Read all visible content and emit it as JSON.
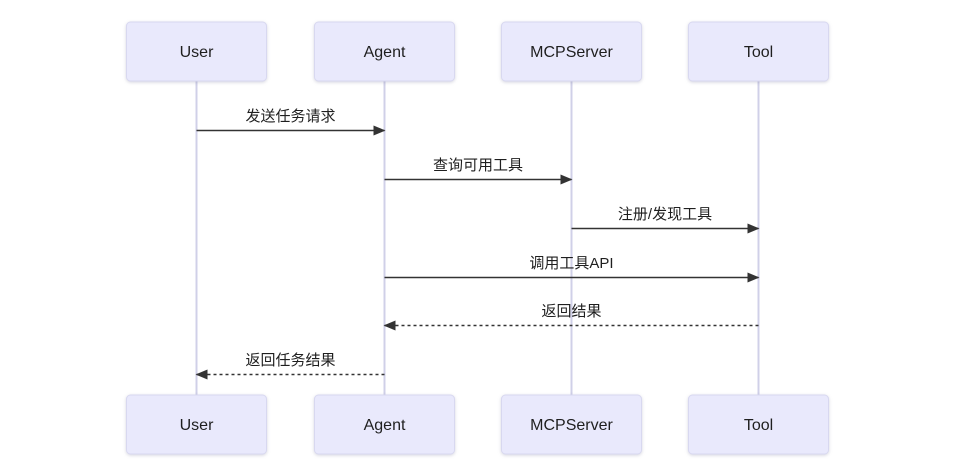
{
  "diagram": {
    "type": "sequence",
    "participants": [
      {
        "name": "User"
      },
      {
        "name": "Agent"
      },
      {
        "name": "MCPServer"
      },
      {
        "name": "Tool"
      }
    ],
    "messages": [
      {
        "from": "User",
        "to": "Agent",
        "label": "发送任务请求",
        "style": "solid"
      },
      {
        "from": "Agent",
        "to": "MCPServer",
        "label": "查询可用工具",
        "style": "solid"
      },
      {
        "from": "MCPServer",
        "to": "Tool",
        "label": "注册/发现工具",
        "style": "solid"
      },
      {
        "from": "Agent",
        "to": "Tool",
        "label": "调用工具API",
        "style": "solid"
      },
      {
        "from": "Tool",
        "to": "Agent",
        "label": "返回结果",
        "style": "dashed"
      },
      {
        "from": "Agent",
        "to": "User",
        "label": "返回任务结果",
        "style": "dashed"
      }
    ],
    "colors": {
      "participant_fill": "#e9e9fc",
      "participant_border": "#d8d8f0",
      "lifeline": "#d0d0e8",
      "arrow": "#333333",
      "text": "#1f1f1f",
      "background": "#ffffff"
    }
  }
}
